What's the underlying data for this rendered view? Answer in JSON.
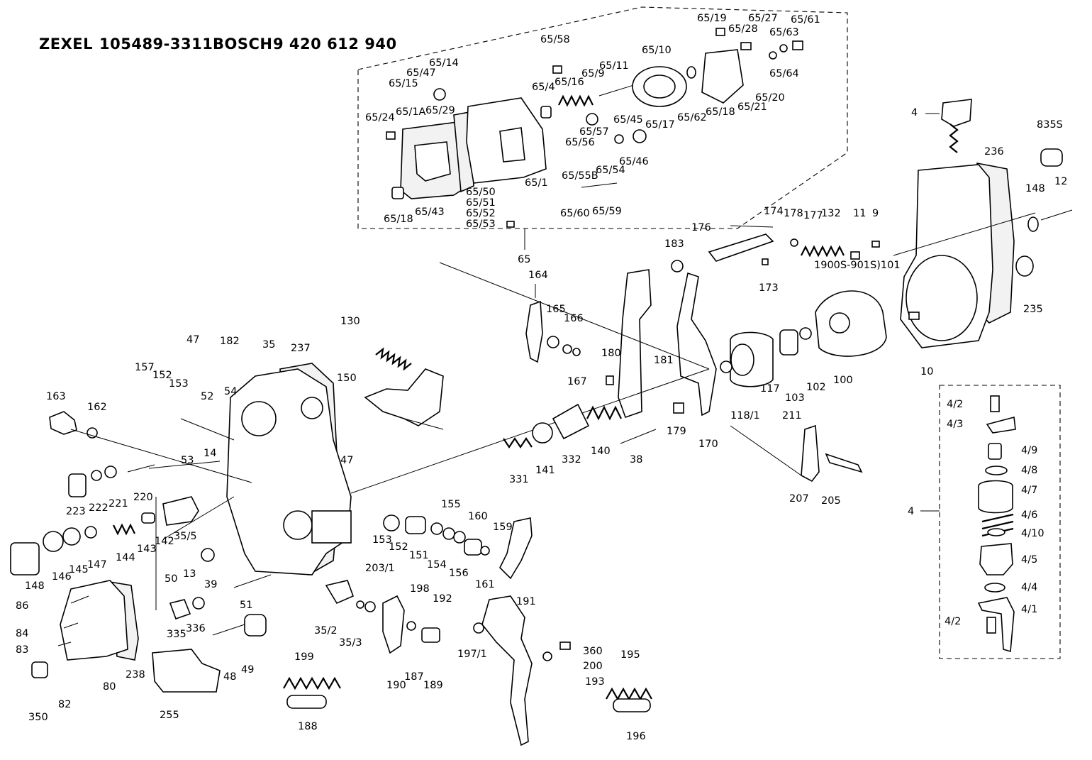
{
  "header": {
    "maker1": "ZEXEL",
    "number1": "105489-3311",
    "maker2": "BOSCH",
    "number2": "9 420 612 940"
  },
  "callouts": [
    {
      "id": "l_6519",
      "text": "65/19"
    },
    {
      "id": "l_6527",
      "text": "65/27"
    },
    {
      "id": "l_6561",
      "text": "65/61"
    },
    {
      "id": "l_6528",
      "text": "65/28"
    },
    {
      "id": "l_6563",
      "text": "65/63"
    },
    {
      "id": "l_6558",
      "text": "65/58"
    },
    {
      "id": "l_6510",
      "text": "65/10"
    },
    {
      "id": "l_6514",
      "text": "65/14"
    },
    {
      "id": "l_6547",
      "text": "65/47"
    },
    {
      "id": "l_6515",
      "text": "65/15"
    },
    {
      "id": "l_6511",
      "text": "65/11"
    },
    {
      "id": "l_659",
      "text": "65/9"
    },
    {
      "id": "l_6516",
      "text": "65/16"
    },
    {
      "id": "l_6564",
      "text": "65/64"
    },
    {
      "id": "l_654",
      "text": "65/4"
    },
    {
      "id": "l_6520",
      "text": "65/20"
    },
    {
      "id": "l_6521",
      "text": "65/21"
    },
    {
      "id": "l_6562",
      "text": "65/62"
    },
    {
      "id": "l_6518b",
      "text": "65/18"
    },
    {
      "id": "l_6517",
      "text": "65/17"
    },
    {
      "id": "l_6524",
      "text": "65/24"
    },
    {
      "id": "l_651a",
      "text": "65/1A"
    },
    {
      "id": "l_6529",
      "text": "65/29"
    },
    {
      "id": "l_6545",
      "text": "65/45"
    },
    {
      "id": "l_6557",
      "text": "65/57"
    },
    {
      "id": "l_6556",
      "text": "65/56"
    },
    {
      "id": "l_6546",
      "text": "65/46"
    },
    {
      "id": "l_6554",
      "text": "65/54"
    },
    {
      "id": "l_6555b",
      "text": "65/55B"
    },
    {
      "id": "l_651",
      "text": "65/1"
    },
    {
      "id": "l_6550",
      "text": "65/50"
    },
    {
      "id": "l_6551",
      "text": "65/51"
    },
    {
      "id": "l_6552",
      "text": "65/52"
    },
    {
      "id": "l_6553",
      "text": "65/53"
    },
    {
      "id": "l_6560",
      "text": "65/60"
    },
    {
      "id": "l_6559",
      "text": "65/59"
    },
    {
      "id": "l_6518",
      "text": "65/18"
    },
    {
      "id": "l_6543",
      "text": "65/43"
    },
    {
      "id": "l_65",
      "text": "65"
    },
    {
      "id": "l_4top",
      "text": "4"
    },
    {
      "id": "l_835s",
      "text": "835S"
    },
    {
      "id": "l_236",
      "text": "236"
    },
    {
      "id": "l_148r",
      "text": "148"
    },
    {
      "id": "l_12",
      "text": "12"
    },
    {
      "id": "l_174",
      "text": "174"
    },
    {
      "id": "l_178",
      "text": "178"
    },
    {
      "id": "l_177",
      "text": "177"
    },
    {
      "id": "l_132",
      "text": "132"
    },
    {
      "id": "l_11",
      "text": "11"
    },
    {
      "id": "l_9",
      "text": "9"
    },
    {
      "id": "l_176",
      "text": "176"
    },
    {
      "id": "l_183",
      "text": "183"
    },
    {
      "id": "l_173",
      "text": "173"
    },
    {
      "id": "l_1900s",
      "text": "1900S-901S)101"
    },
    {
      "id": "l_235",
      "text": "235"
    },
    {
      "id": "l_164",
      "text": "164"
    },
    {
      "id": "l_165",
      "text": "165"
    },
    {
      "id": "l_166",
      "text": "166"
    },
    {
      "id": "l_130",
      "text": "130"
    },
    {
      "id": "l_180",
      "text": "180"
    },
    {
      "id": "l_181",
      "text": "181"
    },
    {
      "id": "l_167",
      "text": "167"
    },
    {
      "id": "l_100",
      "text": "100"
    },
    {
      "id": "l_102",
      "text": "102"
    },
    {
      "id": "l_103",
      "text": "103"
    },
    {
      "id": "l_117",
      "text": "117"
    },
    {
      "id": "l_1181",
      "text": "118/1"
    },
    {
      "id": "l_10",
      "text": "10"
    },
    {
      "id": "l_47t",
      "text": "47"
    },
    {
      "id": "l_182",
      "text": "182"
    },
    {
      "id": "l_35",
      "text": "35"
    },
    {
      "id": "l_237",
      "text": "237"
    },
    {
      "id": "l_157t",
      "text": "157"
    },
    {
      "id": "l_152t",
      "text": "152"
    },
    {
      "id": "l_153t",
      "text": "153"
    },
    {
      "id": "l_54",
      "text": "54"
    },
    {
      "id": "l_150",
      "text": "150"
    },
    {
      "id": "l_163",
      "text": "163"
    },
    {
      "id": "l_162",
      "text": "162"
    },
    {
      "id": "l_52",
      "text": "52"
    },
    {
      "id": "l_14",
      "text": "14"
    },
    {
      "id": "l_53",
      "text": "53"
    },
    {
      "id": "l_47m",
      "text": "47"
    },
    {
      "id": "l_179",
      "text": "179"
    },
    {
      "id": "l_170",
      "text": "170"
    },
    {
      "id": "l_211",
      "text": "211"
    },
    {
      "id": "l_331",
      "text": "331"
    },
    {
      "id": "l_141",
      "text": "141"
    },
    {
      "id": "l_332",
      "text": "332"
    },
    {
      "id": "l_140",
      "text": "140"
    },
    {
      "id": "l_38",
      "text": "38"
    },
    {
      "id": "l_207",
      "text": "207"
    },
    {
      "id": "l_205",
      "text": "205"
    },
    {
      "id": "l_223",
      "text": "223"
    },
    {
      "id": "l_222",
      "text": "222"
    },
    {
      "id": "l_221",
      "text": "221"
    },
    {
      "id": "l_220",
      "text": "220"
    },
    {
      "id": "l_35_5",
      "text": "35/5"
    },
    {
      "id": "l_148l",
      "text": "148"
    },
    {
      "id": "l_146",
      "text": "146"
    },
    {
      "id": "l_145",
      "text": "145"
    },
    {
      "id": "l_147",
      "text": "147"
    },
    {
      "id": "l_144",
      "text": "144"
    },
    {
      "id": "l_143",
      "text": "143"
    },
    {
      "id": "l_142",
      "text": "142"
    },
    {
      "id": "l_50",
      "text": "50"
    },
    {
      "id": "l_13",
      "text": "13"
    },
    {
      "id": "l_39",
      "text": "39"
    },
    {
      "id": "l_153m",
      "text": "153"
    },
    {
      "id": "l_152m",
      "text": "152"
    },
    {
      "id": "l_151",
      "text": "151"
    },
    {
      "id": "l_155",
      "text": "155"
    },
    {
      "id": "l_154",
      "text": "154"
    },
    {
      "id": "l_156",
      "text": "156"
    },
    {
      "id": "l_160",
      "text": "160"
    },
    {
      "id": "l_159",
      "text": "159"
    },
    {
      "id": "l_161",
      "text": "161"
    },
    {
      "id": "l_191",
      "text": "191"
    },
    {
      "id": "l_86",
      "text": "86"
    },
    {
      "id": "l_51",
      "text": "51"
    },
    {
      "id": "l_203_1",
      "text": "203/1"
    },
    {
      "id": "l_84",
      "text": "84"
    },
    {
      "id": "l_83",
      "text": "83"
    },
    {
      "id": "l_335",
      "text": "335"
    },
    {
      "id": "l_336",
      "text": "336"
    },
    {
      "id": "l_35_2",
      "text": "35/2"
    },
    {
      "id": "l_35_3",
      "text": "35/3"
    },
    {
      "id": "l_198",
      "text": "198"
    },
    {
      "id": "l_192",
      "text": "192"
    },
    {
      "id": "l_197_1",
      "text": "197/1"
    },
    {
      "id": "l_360",
      "text": "360"
    },
    {
      "id": "l_200",
      "text": "200"
    },
    {
      "id": "l_48",
      "text": "48"
    },
    {
      "id": "l_49",
      "text": "49"
    },
    {
      "id": "l_80",
      "text": "80"
    },
    {
      "id": "l_238",
      "text": "238"
    },
    {
      "id": "l_350",
      "text": "350"
    },
    {
      "id": "l_82",
      "text": "82"
    },
    {
      "id": "l_199",
      "text": "199"
    },
    {
      "id": "l_190",
      "text": "190"
    },
    {
      "id": "l_187",
      "text": "187"
    },
    {
      "id": "l_189",
      "text": "189"
    },
    {
      "id": "l_193",
      "text": "193"
    },
    {
      "id": "l_195",
      "text": "195"
    },
    {
      "id": "l_255",
      "text": "255"
    },
    {
      "id": "l_188",
      "text": "188"
    },
    {
      "id": "l_196",
      "text": "196"
    },
    {
      "id": "l_4_2a",
      "text": "4/2"
    },
    {
      "id": "l_4_3",
      "text": "4/3"
    },
    {
      "id": "l_4_9",
      "text": "4/9"
    },
    {
      "id": "l_4_8",
      "text": "4/8"
    },
    {
      "id": "l_4_7",
      "text": "4/7"
    },
    {
      "id": "l_4side",
      "text": "4"
    },
    {
      "id": "l_4_6",
      "text": "4/6"
    },
    {
      "id": "l_4_10",
      "text": "4/10"
    },
    {
      "id": "l_4_5",
      "text": "4/5"
    },
    {
      "id": "l_4_4",
      "text": "4/4"
    },
    {
      "id": "l_4_1",
      "text": "4/1"
    },
    {
      "id": "l_4_2b",
      "text": "4/2"
    }
  ]
}
